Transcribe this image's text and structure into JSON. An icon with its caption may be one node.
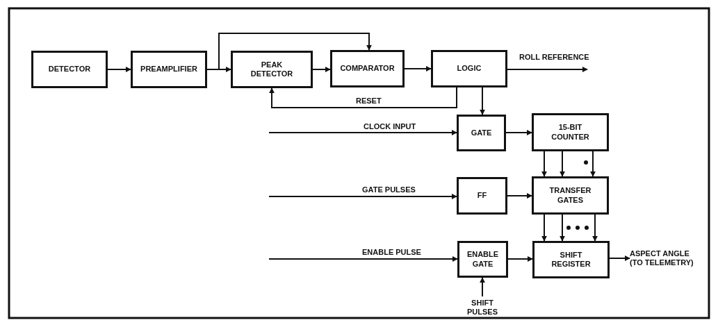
{
  "diagram": {
    "nodes": [
      {
        "text": [
          "DETECTOR"
        ]
      },
      {
        "text": [
          "PREAMPLIFIER"
        ]
      },
      {
        "text": [
          "PEAK DETECTOR"
        ]
      },
      {
        "text": [
          "COMPARATOR"
        ]
      },
      {
        "text": [
          "LOGIC"
        ]
      },
      {
        "text": [
          "GATE"
        ]
      },
      {
        "text": [
          "15-BIT COUNTER"
        ]
      },
      {
        "text": [
          "FF"
        ]
      },
      {
        "text": [
          "TRANSFER GATES"
        ]
      },
      {
        "text": [
          "ENABLE GATE"
        ]
      },
      {
        "text": [
          "SHIFT REGISTER"
        ]
      },
      {
        "text": [
          "SHIFT PULSES"
        ]
      },
      {
        "text": [
          "ASPECT ANGLE (TO TELEMETRY)"
        ]
      }
    ],
    "edges": [
      {
        "from": 0,
        "to": 1,
        "arrow": "to"
      },
      {
        "from": 1,
        "to": 2,
        "arrow": "to"
      },
      {
        "from": 1,
        "to": 3,
        "arrow": "to"
      },
      {
        "from": 2,
        "to": 3,
        "arrow": "to"
      },
      {
        "from": 3,
        "to": 4,
        "arrow": "to"
      },
      {
        "from": 4,
        "to": 2,
        "arrow": "to",
        "label": "RESET"
      },
      {
        "from": 4,
        "to": null,
        "arrow": "to",
        "label": "ROLL REFERENCE"
      },
      {
        "from": 4,
        "to": 5,
        "arrow": "to"
      },
      {
        "from": null,
        "to": 5,
        "arrow": "to",
        "label": "CLOCK INPUT"
      },
      {
        "from": 5,
        "to": 6,
        "arrow": "to"
      },
      {
        "from": 6,
        "to": 8,
        "arrow": "to"
      },
      {
        "from": 6,
        "to": 8,
        "arrow": "to"
      },
      {
        "from": 6,
        "to": 8,
        "arrow": "to"
      },
      {
        "from": null,
        "to": 7,
        "arrow": "to",
        "label": "GATE PULSES"
      },
      {
        "from": 7,
        "to": 8,
        "arrow": "to"
      },
      {
        "from": 8,
        "to": 10,
        "arrow": "to"
      },
      {
        "from": 8,
        "to": 10,
        "arrow": "to"
      },
      {
        "from": 8,
        "to": 10,
        "arrow": "to"
      },
      {
        "from": null,
        "to": 9,
        "arrow": "to",
        "label": "ENABLE PULSE"
      },
      {
        "from": 9,
        "to": 10,
        "arrow": "to"
      },
      {
        "from": 11,
        "to": 9,
        "arrow": "to"
      },
      {
        "from": 10,
        "to": 12,
        "arrow": "to"
      }
    ]
  }
}
